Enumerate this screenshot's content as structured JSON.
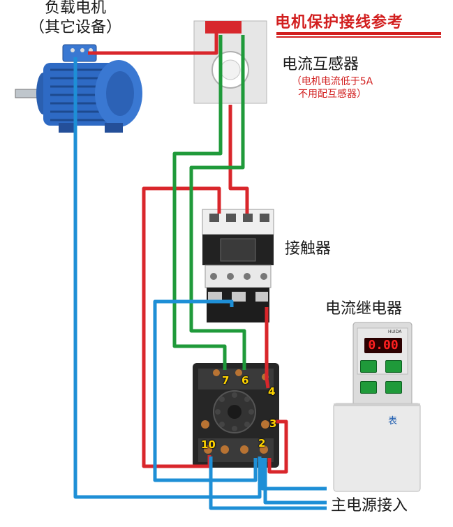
{
  "title": "电机保护接线参考",
  "motor": {
    "label_line1": "负载电机",
    "label_line2": "（其它设备）"
  },
  "current_transformer": {
    "label": "电流互感器",
    "note_line1": "（电机电流低于5A",
    "note_line2": "不用配互感器）"
  },
  "contactor": {
    "label": "接触器"
  },
  "current_relay": {
    "label": "电流继电器",
    "display": "0.00",
    "brand": "HUIDA",
    "watermark": "表"
  },
  "socket_pins": [
    "7",
    "6",
    "4",
    "3",
    "10",
    "2"
  ],
  "power_input": {
    "label": "主电源接入"
  },
  "colors": {
    "red_wire": "#d9262b",
    "green_wire": "#1f9a3a",
    "blue_wire": "#1e8fd6",
    "title": "#d21f1f"
  }
}
